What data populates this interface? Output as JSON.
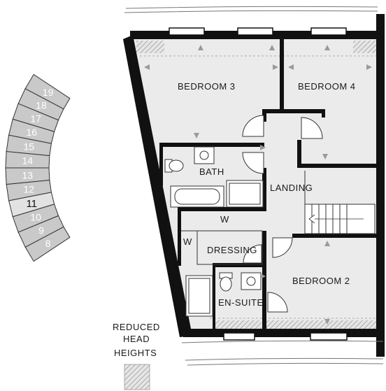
{
  "plots": {
    "numbers": [
      "8",
      "9",
      "10",
      "11",
      "12",
      "13",
      "14",
      "15",
      "16",
      "17",
      "18",
      "19"
    ],
    "highlighted": "11"
  },
  "rooms": {
    "bedroom3": "BEDROOM 3",
    "bedroom4": "BEDROOM 4",
    "bath": "BATH",
    "landing": "LANDING",
    "dressing": "DRESSING",
    "wardrobe_w1": "W",
    "wardrobe_w2": "W",
    "bedroom2": "BEDROOM 2",
    "ensuite": "EN-SUITE"
  },
  "legend": {
    "line1": "REDUCED",
    "line2": "HEAD",
    "line3": "HEIGHTS"
  },
  "colors": {
    "room_fill": "#ebebeb",
    "wall": "#111111",
    "plot_fill": "#c9c9c9",
    "plot_highlight": "#e2e2e2",
    "arrow": "#9a9a9a"
  }
}
